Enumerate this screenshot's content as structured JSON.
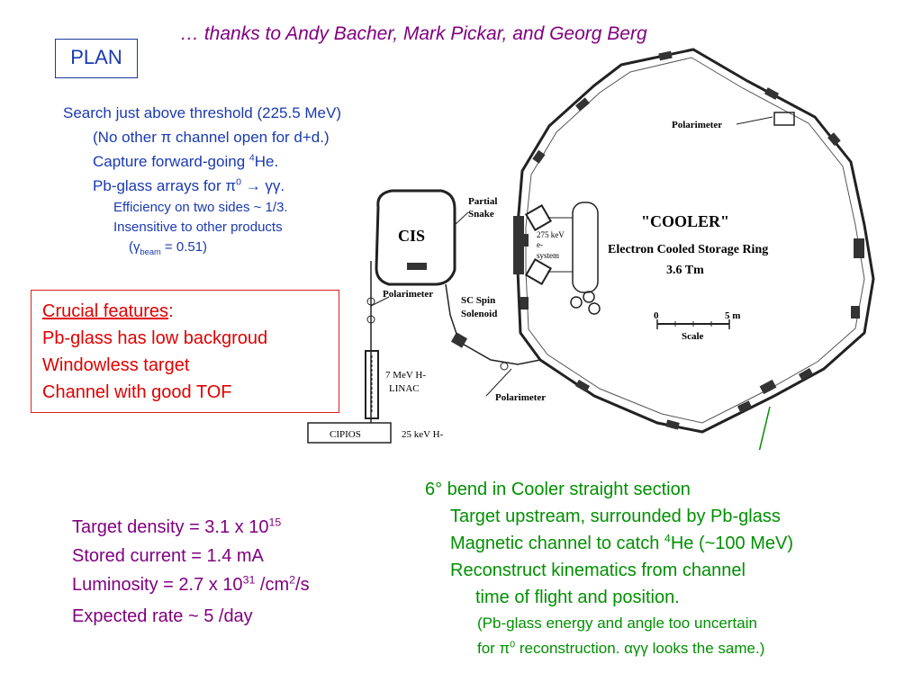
{
  "thanks": "… thanks to Andy Bacher, Mark Pickar, and Georg Berg",
  "plan": "PLAN",
  "search": {
    "line1": "Search just above threshold (225.5 MeV)",
    "line2": "(No other π channel open for d+d.)",
    "line3_pre": "Capture forward-going ",
    "line3_sup": "4",
    "line3_post": "He.",
    "line4_pre": "Pb-glass arrays for π",
    "line4_sup": "0",
    "line4_post": " → γγ.",
    "line5": "Efficiency on two sides ~ 1/3.",
    "line6": "Insensitive to other products",
    "line7_pre": "(γ",
    "line7_sub": "beam",
    "line7_post": " = 0.51)"
  },
  "crucial": {
    "heading": "Crucial features",
    "colon": ":",
    "items": [
      "Pb-glass has low backgroud",
      "Windowless target",
      "Channel with good TOF"
    ]
  },
  "target": {
    "density_pre": "Target density = 3.1 x 10",
    "density_sup": "15",
    "current": "Stored current = 1.4 mA",
    "lum_pre": "Luminosity = 2.7 x 10",
    "lum_sup": "31",
    "lum_mid": " /cm",
    "lum_sup2": "2",
    "lum_post": "/s",
    "rate": "Expected rate ~ 5 /day"
  },
  "bend": {
    "line1": "6° bend in Cooler straight section",
    "line2": "Target upstream, surrounded by Pb-glass",
    "line3_pre": "Magnetic channel to catch ",
    "line3_sup": "4",
    "line3_post": "He (~100 MeV)",
    "line4": "Reconstruct kinematics from channel",
    "line5": "time of flight and position.",
    "line6": "(Pb-glass energy and angle too uncertain",
    "line7_pre": "for π",
    "line7_sup": "0",
    "line7_post": " reconstruction.  αγγ looks the same.)"
  },
  "diagram": {
    "cooler_title": "\"COOLER\"",
    "cooler_sub": "Electron Cooled Storage Ring",
    "cooler_tm": "3.6 Tm",
    "scale_0": "0",
    "scale_5": "5 m",
    "scale_label": "Scale",
    "cis": "CIS",
    "partial": "Partial",
    "snake": "Snake",
    "polarimeter": "Polarimeter",
    "sc_spin": "SC Spin",
    "solenoid": "Solenoid",
    "linac1": "7 MeV H-",
    "linac2": "LINAC",
    "cipios": "CIPIOS",
    "kev25": "25 keV H-",
    "e275_1": "275 keV",
    "e275_2": "e-",
    "e275_3": "system"
  },
  "colors": {
    "purple": "#800080",
    "blue": "#1a3ab0",
    "red": "#e00000",
    "green": "#009000"
  }
}
